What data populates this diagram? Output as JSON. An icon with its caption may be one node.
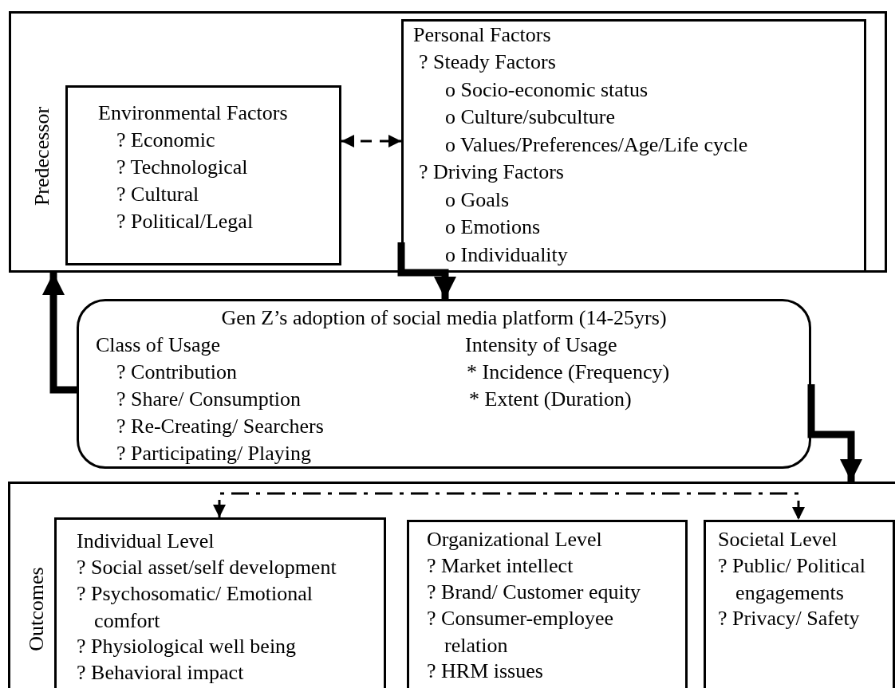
{
  "diagram": {
    "nodes": [
      {
        "text": [
          "Predecessor"
        ]
      },
      {
        "text": [
          "Environmental Factors",
          "? Economic",
          "? Technological",
          "? Cultural",
          "? Political/Legal"
        ],
        "in": 0
      },
      {
        "text": [
          "Personal Factors",
          "? Steady Factors",
          "o Socio-economic status",
          "o Culture/subculture",
          "o Values/Preferences/Age/Life cycle",
          "? Driving Factors",
          "o Goals",
          "o Emotions",
          "o Individuality"
        ],
        "in": 0
      },
      {
        "text": [
          "Gen Z’s adoption of social media platform (14-25yrs)",
          "Class of Usage",
          "? Contribution",
          "? Share/ Consumption",
          "? Re-Creating/ Searchers",
          "? Participating/ Playing",
          "Intensity of Usage",
          "* Incidence (Frequency)",
          "* Extent (Duration)"
        ]
      },
      {
        "text": [
          "Outcomes"
        ]
      },
      {
        "text": [
          "Individual Level",
          "? Social asset/self development",
          "? Psychosomatic/ Emotional comfort",
          "? Physiological well being",
          "? Behavioral impact"
        ],
        "in": 4
      },
      {
        "text": [
          "Organizational Level",
          "? Market intellect",
          "? Brand/ Customer equity",
          "? Consumer-employee relation",
          "? HRM issues"
        ],
        "in": 4
      },
      {
        "text": [
          "Societal Level",
          "? Public/ Political engagements",
          "? Privacy/ Safety"
        ],
        "in": 4
      }
    ],
    "edges": [
      {
        "from": 1,
        "to": 2,
        "arrow": "both",
        "style": "dashed"
      },
      {
        "from": 2,
        "to": 3,
        "arrow": "to"
      },
      {
        "from": 3,
        "to": 0,
        "arrow": "to"
      },
      {
        "from": 3,
        "to": 4,
        "arrow": "to"
      },
      {
        "from": 5,
        "to": 7,
        "arrow": "both",
        "style": "dashed"
      }
    ]
  }
}
